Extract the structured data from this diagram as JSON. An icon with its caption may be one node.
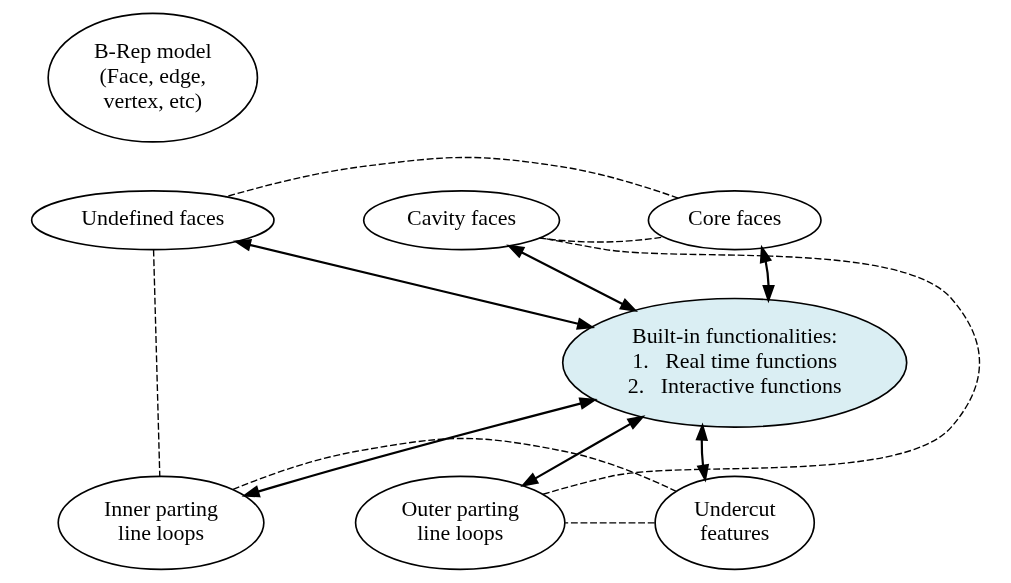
{
  "diagram": {
    "nodes": [
      {
        "text": [
          "B-Rep model (Face, edge, vertex, etc)"
        ]
      },
      {
        "text": [
          "Core faces"
        ]
      },
      {
        "text": [
          "Cavity faces"
        ]
      },
      {
        "text": [
          "Undefined faces"
        ]
      },
      {
        "text": [
          "Built-in functionalities:",
          "1.   Real time functions",
          "2.   Interactive functions"
        ]
      },
      {
        "text": [
          "Outer parting line loops"
        ]
      },
      {
        "text": [
          "Inner parting line loops"
        ]
      },
      {
        "text": [
          "Undercut features"
        ]
      }
    ],
    "edges": [
      {
        "from": 4,
        "to": 1,
        "arrow": "both"
      },
      {
        "from": 4,
        "to": 2,
        "arrow": "both"
      },
      {
        "from": 4,
        "to": 3,
        "arrow": "both"
      },
      {
        "from": 4,
        "to": 5,
        "arrow": "both"
      },
      {
        "from": 4,
        "to": 6,
        "arrow": "both"
      },
      {
        "from": 4,
        "to": 7,
        "arrow": "both"
      },
      {
        "from": 2,
        "to": 1,
        "arrow": "none",
        "style": "dashed"
      },
      {
        "from": 1,
        "to": 3,
        "arrow": "none",
        "style": "dashed"
      },
      {
        "from": 3,
        "to": 6,
        "arrow": "none",
        "style": "dashed"
      },
      {
        "from": 6,
        "to": 7,
        "arrow": "none",
        "style": "dashed"
      },
      {
        "from": 7,
        "to": 5,
        "arrow": "none",
        "style": "dashed"
      },
      {
        "from": 5,
        "to": 2,
        "arrow": "none",
        "style": "dashed"
      }
    ]
  }
}
